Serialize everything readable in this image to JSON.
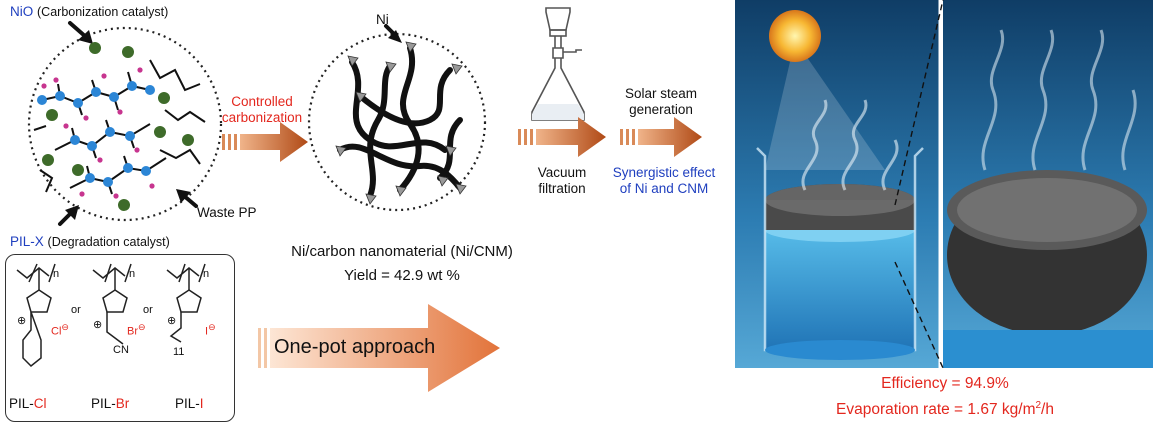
{
  "labels": {
    "nio": "NiO",
    "nio_desc": "(Carbonization catalyst)",
    "waste_pp": "Waste PP",
    "pilx": "PIL-X",
    "pilx_desc": "(Degradation catalyst)",
    "controlled_1": "Controlled",
    "controlled_2": "carbonization",
    "ni": "Ni",
    "product": "Ni/carbon nanomaterial (Ni/CNM)",
    "yield": "Yield = 42.9 wt %",
    "vacuum_1": "Vacuum",
    "vacuum_2": "filtration",
    "solar_1": "Solar steam",
    "solar_2": "generation",
    "synergy_1": "Synergistic effect",
    "synergy_2": "of Ni and CNM",
    "one_pot": "One-pot approach",
    "efficiency": "Efficiency = 94.9%",
    "evap_pre": "Evaporation rate = 1.67 kg/m",
    "evap_sup": "2",
    "evap_post": "/h"
  },
  "chemicals": {
    "cl": {
      "prefix": "PIL-",
      "suffix": "Cl",
      "anion": "Cl",
      "charge": "⊖",
      "cation": "⊕"
    },
    "br": {
      "prefix": "PIL-",
      "suffix": "Br",
      "anion": "Br",
      "charge": "⊖",
      "cation": "⊕",
      "cn": "CN"
    },
    "i": {
      "prefix": "PIL-",
      "suffix": "I",
      "anion": "I",
      "charge": "⊖",
      "cation": "⊕",
      "chain": "11"
    },
    "repeat": "n",
    "or": "or"
  },
  "colors": {
    "label_blue": "#1f3fbf",
    "label_red": "#e3271e",
    "arrow_dark": "#b04a16",
    "arrow_light": "#f0b48a",
    "nio_particle": "#3e6b2a",
    "polymer_node": "#2c86d6",
    "pil_ion": "#c7358f"
  }
}
